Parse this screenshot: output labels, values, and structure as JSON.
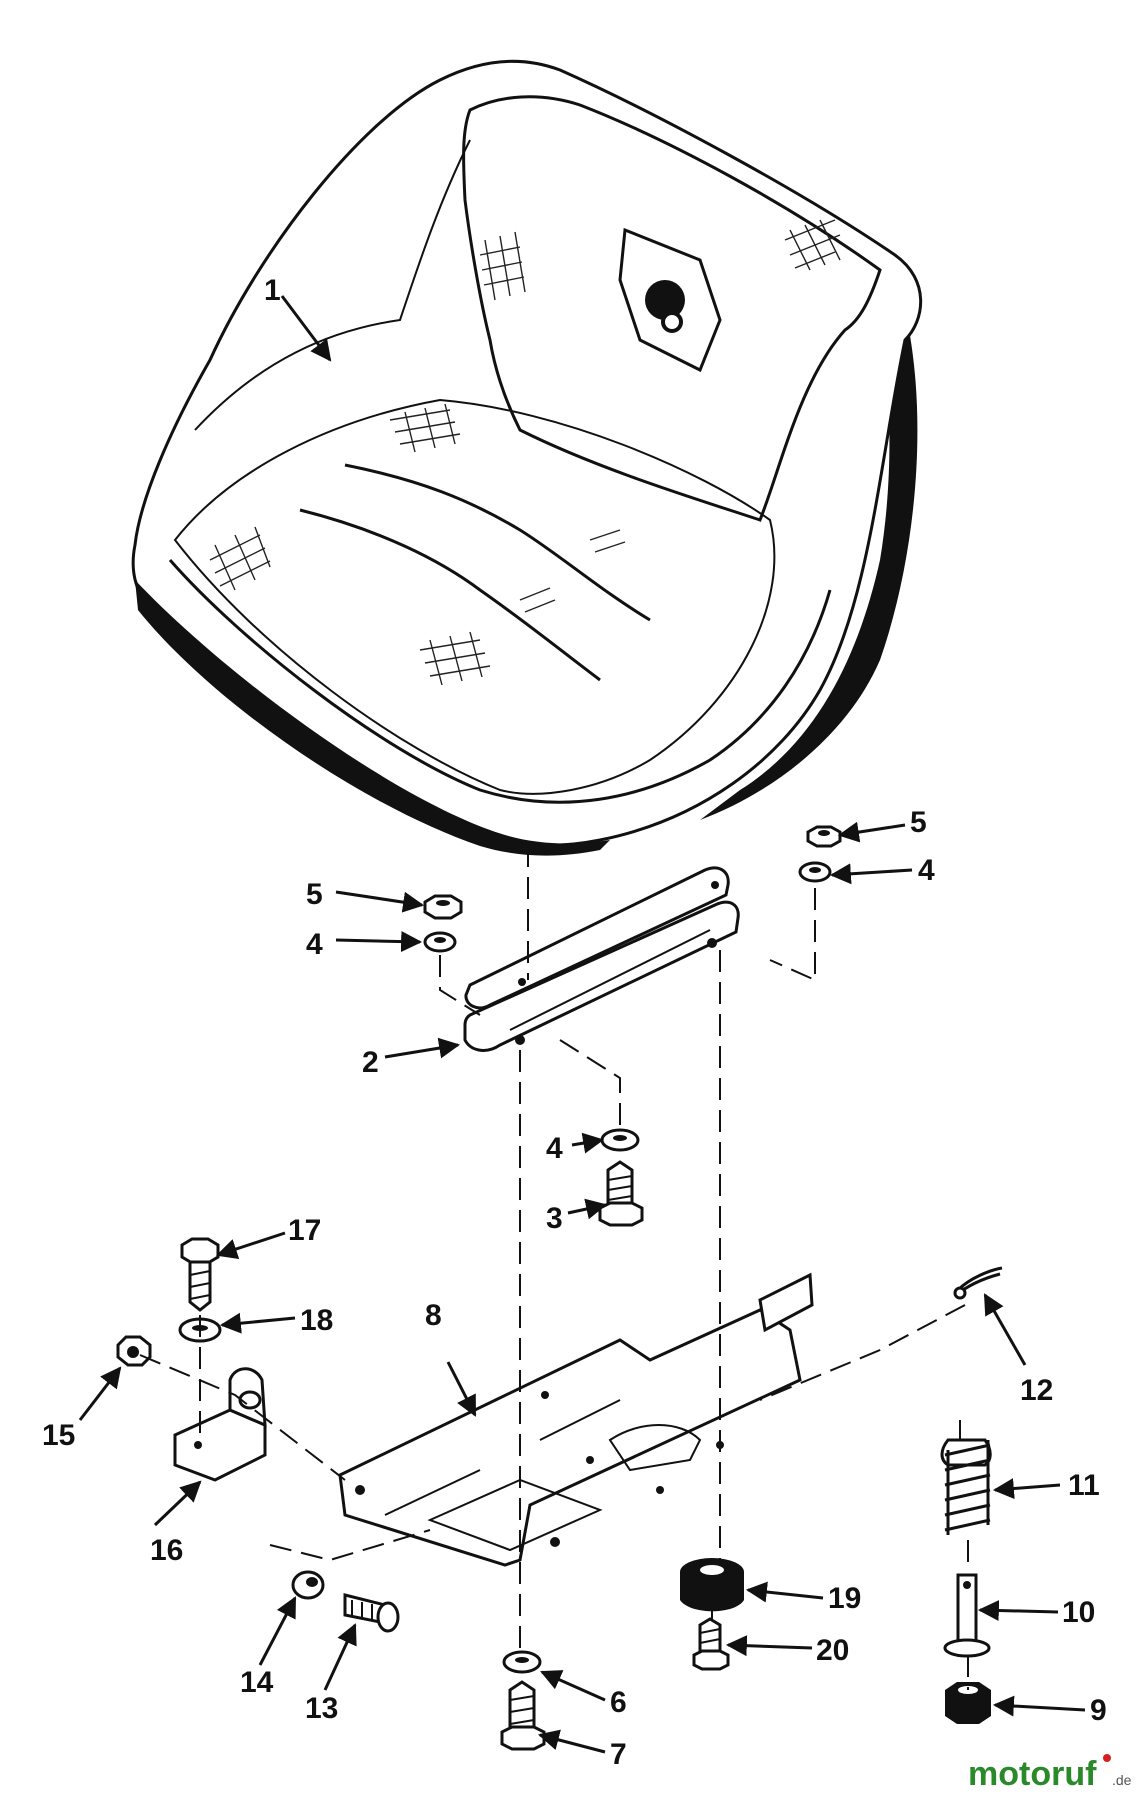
{
  "diagram": {
    "callouts": {
      "c1": "1",
      "c2": "2",
      "c3": "3",
      "c4a": "4",
      "c4b": "4",
      "c4c": "4",
      "c5a": "5",
      "c5b": "5",
      "c6": "6",
      "c7": "7",
      "c8": "8",
      "c9": "9",
      "c10": "10",
      "c11": "11",
      "c12": "12",
      "c13": "13",
      "c14": "14",
      "c15": "15",
      "c16": "16",
      "c17": "17",
      "c18": "18",
      "c19": "19",
      "c20": "20"
    },
    "watermark": {
      "brand": "motoruf",
      "tld": ".de",
      "colors": {
        "main": "#2a8a2a",
        "accent": "#d42020"
      }
    }
  }
}
